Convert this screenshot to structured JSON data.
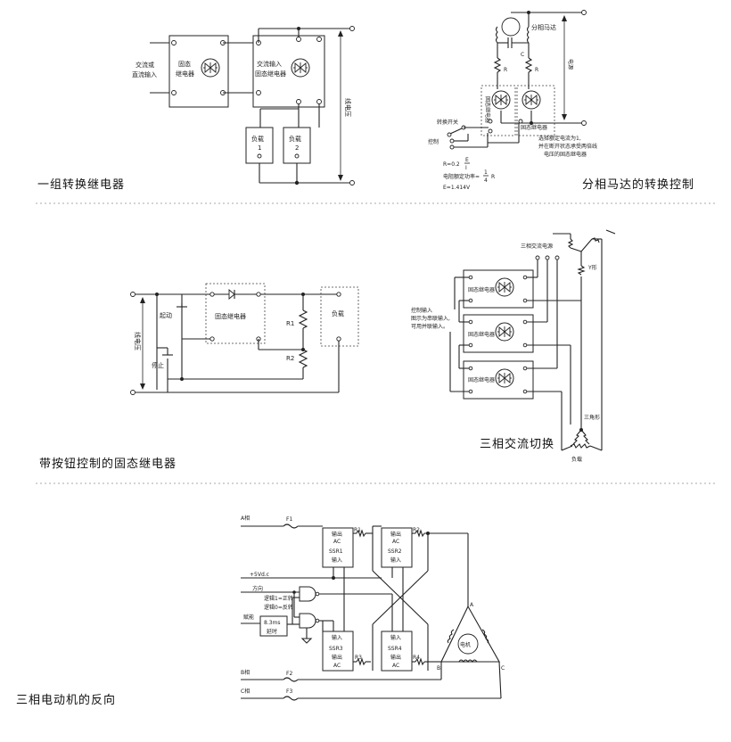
{
  "captions": {
    "d1": "一组转换继电器",
    "d2": "分相马达的转换控制",
    "d3": "带按钮控制的固态继电器",
    "d4": "三相交流切换",
    "d5": "三相电动机的反向"
  },
  "d1": {
    "input_l1": "交流或",
    "input_l2": "直流输入",
    "ssr1_l1": "固态",
    "ssr1_l2": "继电器",
    "ssr2_l1": "交流输入",
    "ssr2_l2": "固态继电器",
    "load": "负载",
    "load1_num": "1",
    "load2_num": "2",
    "line_voltage": "线电压"
  },
  "d2": {
    "motor": "分相马达",
    "cap": "C",
    "r": "R",
    "supply": "电源",
    "ssr": "固态继电器",
    "switch": "转换开关",
    "control": "控制",
    "note1": "选择额定电流为1,",
    "note2": "并在断开状态承受两倍线",
    "note3": "电压的固态继电器",
    "formula1": "R=0.2",
    "formula1_frac_top": "E",
    "formula1_frac_bot": "I",
    "formula2": "电阻额定功率=",
    "formula2_frac_top": "1",
    "formula2_frac_bot": "4",
    "formula2_unit": "R",
    "formula3": "E=1.414V"
  },
  "d3": {
    "start": "起动",
    "stop": "停止",
    "ssr": "固态继电器",
    "r1": "R1",
    "r2": "R2",
    "load": "负载",
    "line_voltage": "线电压"
  },
  "d4": {
    "supply": "三相交流电源",
    "y": "Y形",
    "ssr": "固态继电器",
    "ctl1": "控制输入",
    "ctl2": "图示为串联输入,",
    "ctl3": "可用并联输入。",
    "delta": "三角形",
    "load": "负载"
  },
  "d5": {
    "a": "A相",
    "b": "B相",
    "c": "C相",
    "f1": "F1",
    "f2": "F2",
    "f3": "F3",
    "r1": "R1",
    "r2": "R2",
    "r3": "R3",
    "r4": "R4",
    "out": "输出",
    "ac": "AC",
    "in": "输入",
    "ssr1": "SSR1",
    "ssr2": "SSR2",
    "ssr3": "SSR3",
    "ssr4": "SSR4",
    "vdc": "+5Vd.c",
    "dir": "方向",
    "logic1": "逻辑1=正转",
    "logic0": "逻辑0=反转",
    "enable": "赋能",
    "delay1": "8.3ms",
    "delay2": "延时",
    "motor": "电机",
    "na": "A",
    "nb": "B",
    "nc": "C"
  }
}
